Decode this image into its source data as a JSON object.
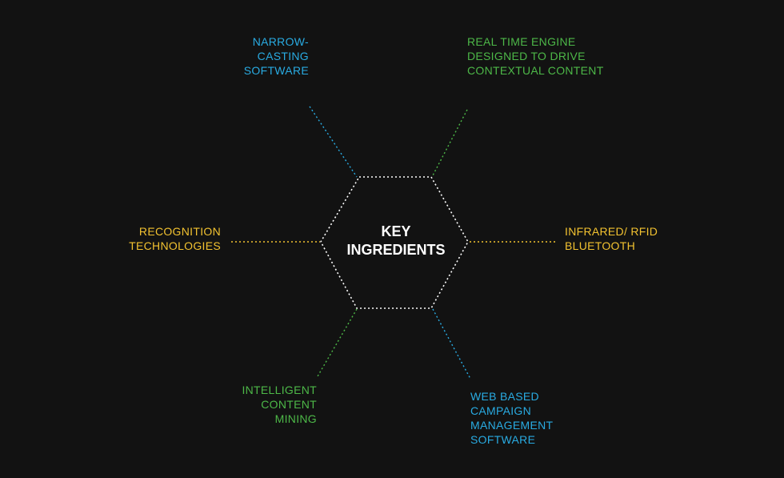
{
  "colors": {
    "background": "#121212",
    "blue": "#29abe2",
    "green": "#4db848",
    "yellow": "#f2c230",
    "white": "#ffffff"
  },
  "center": {
    "lines": [
      "KEY",
      "INGREDIENTS"
    ]
  },
  "nodes": [
    {
      "id": "narrowcasting",
      "color": "blue",
      "lines": [
        "NARROW-",
        "CASTING",
        "SOFTWARE"
      ]
    },
    {
      "id": "real-time-engine",
      "color": "green",
      "lines": [
        "REAL TIME ENGINE",
        "DESIGNED TO DRIVE",
        "CONTEXTUAL CONTENT"
      ]
    },
    {
      "id": "recognition",
      "color": "yellow",
      "lines": [
        "RECOGNITION",
        "TECHNOLOGIES"
      ]
    },
    {
      "id": "infrared",
      "color": "yellow",
      "lines": [
        "INFRARED/ RFID",
        "BLUETOOTH"
      ]
    },
    {
      "id": "content-mining",
      "color": "green",
      "lines": [
        "INTELLIGENT",
        "CONTENT",
        "MINING"
      ]
    },
    {
      "id": "campaign",
      "color": "blue",
      "lines": [
        "WEB BASED",
        "CAMPAIGN",
        "MANAGEMENT",
        "SOFTWARE"
      ]
    }
  ]
}
